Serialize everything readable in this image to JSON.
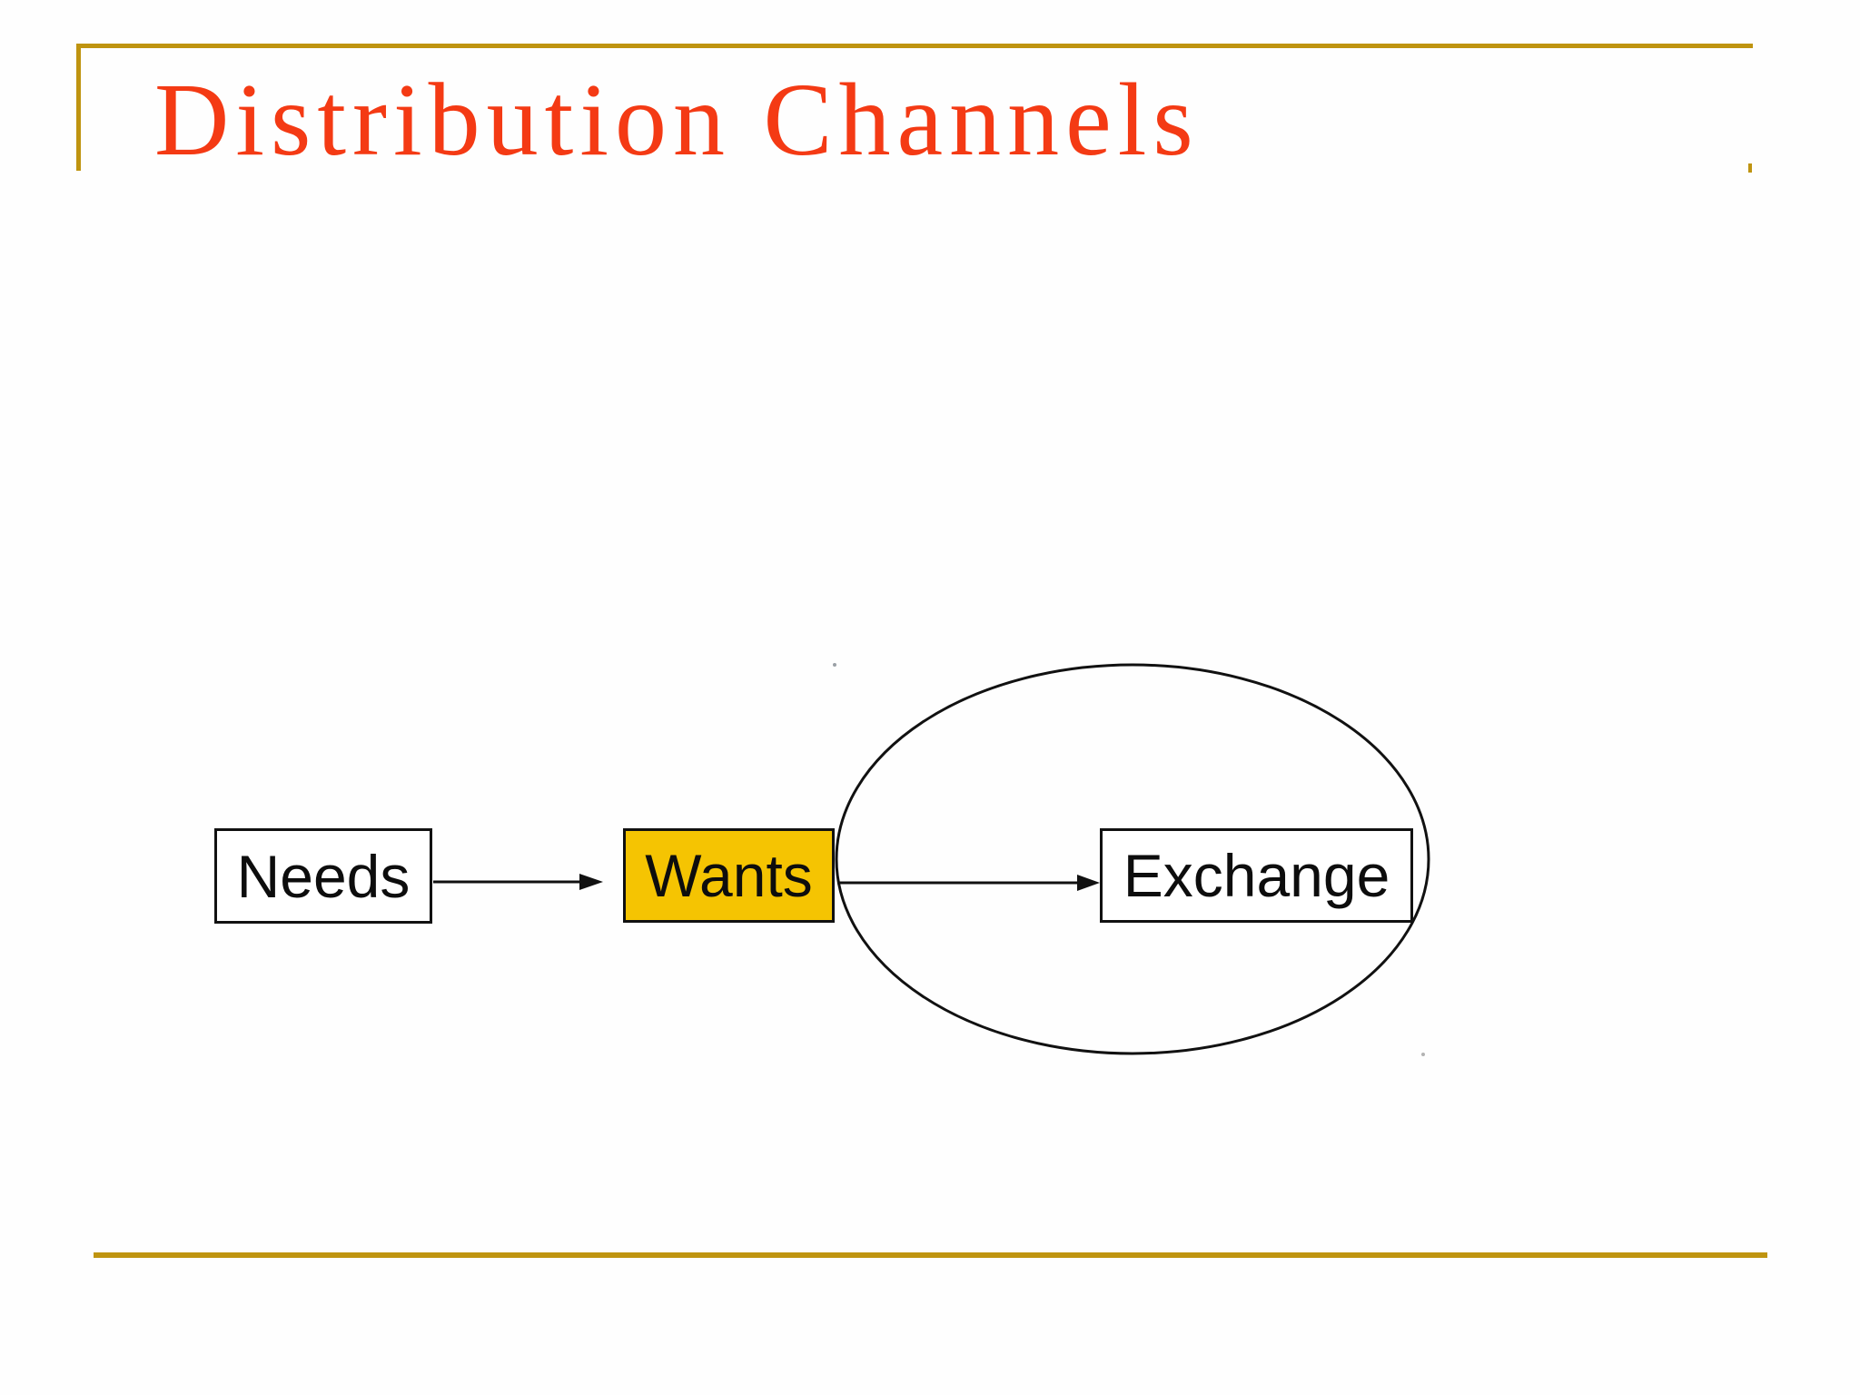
{
  "slide": {
    "title": "Distribution Channels",
    "background_color": "#FEFEFE",
    "accent_gold_color": "#BF9410",
    "title_color": "#F43A14",
    "diagram": {
      "nodes": [
        {
          "label": "Needs",
          "fill": "#FFFFFF",
          "highlighted": false
        },
        {
          "label": "Wants",
          "fill": "#F5C402",
          "highlighted": true
        },
        {
          "label": "Exchange",
          "fill": "#FFFFFF",
          "highlighted": false
        }
      ],
      "connections": [
        {
          "from": "Needs",
          "to": "Wants",
          "type": "arrow"
        },
        {
          "from": "Wants",
          "to": "Exchange",
          "type": "arrow"
        }
      ],
      "emphasis": {
        "shape": "ellipse",
        "encloses": [
          "Wants",
          "Exchange"
        ],
        "stroke": "#111111"
      }
    }
  }
}
